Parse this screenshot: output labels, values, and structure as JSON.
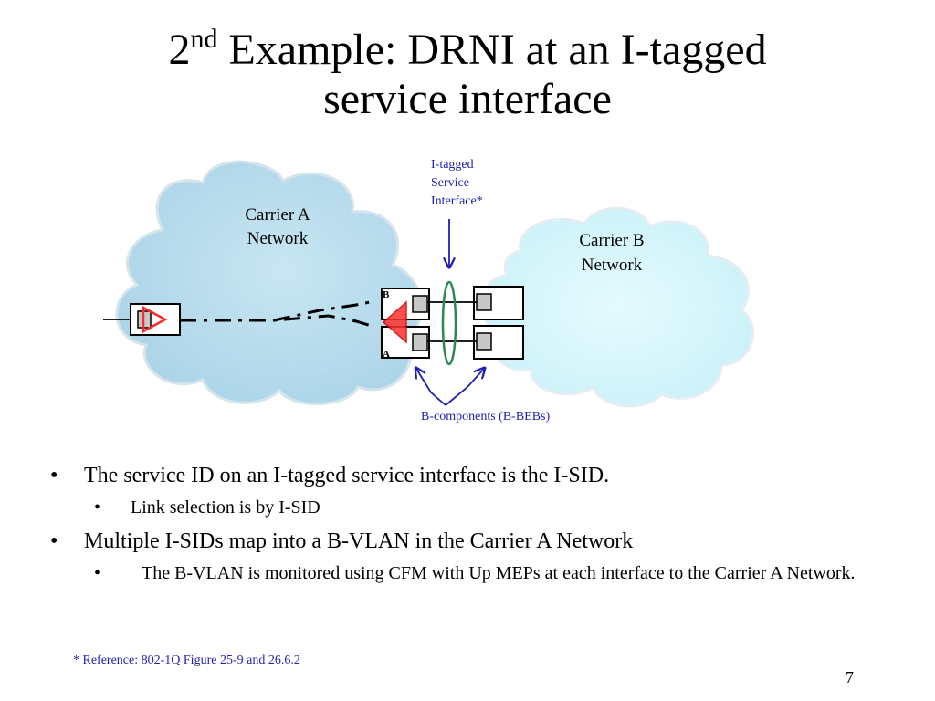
{
  "title": {
    "line1_prefix": "2",
    "line1_sup": "nd",
    "line1_rest": " Example:  DRNI at an I-tagged",
    "line2": "service interface"
  },
  "diagram": {
    "carrier_a_line1": "Carrier A",
    "carrier_a_line2": "Network",
    "carrier_b_line1": "Carrier B",
    "carrier_b_line2": "Network",
    "itagged_line1": "I-tagged",
    "itagged_line2": "Service",
    "itagged_line3": "Interface*",
    "bcomponents": "B-components (B-BEBs)",
    "node_b": "B",
    "node_a": "A",
    "colors": {
      "cloud_a": "#bfe0ef",
      "cloud_b": "#d4f6fb",
      "annotation": "#1f1fb4",
      "mep": "#ff2a2a",
      "lag_ring": "#2a8a55"
    }
  },
  "bullets": [
    {
      "marker": "•",
      "text": "The service ID on an I-tagged service interface is the I-SID."
    },
    {
      "marker": "•",
      "text": "Link selection is by I-SID"
    },
    {
      "marker": "•",
      "text": "Multiple I-SIDs map into a B-VLAN in the Carrier A Network"
    },
    {
      "marker": "•",
      "text": "The B-VLAN is monitored using CFM with Up MEPs at each interface to the Carrier A Network."
    }
  ],
  "footnote": "* Reference:  802-1Q Figure 25-9 and  26.6.2",
  "page_number": "7"
}
